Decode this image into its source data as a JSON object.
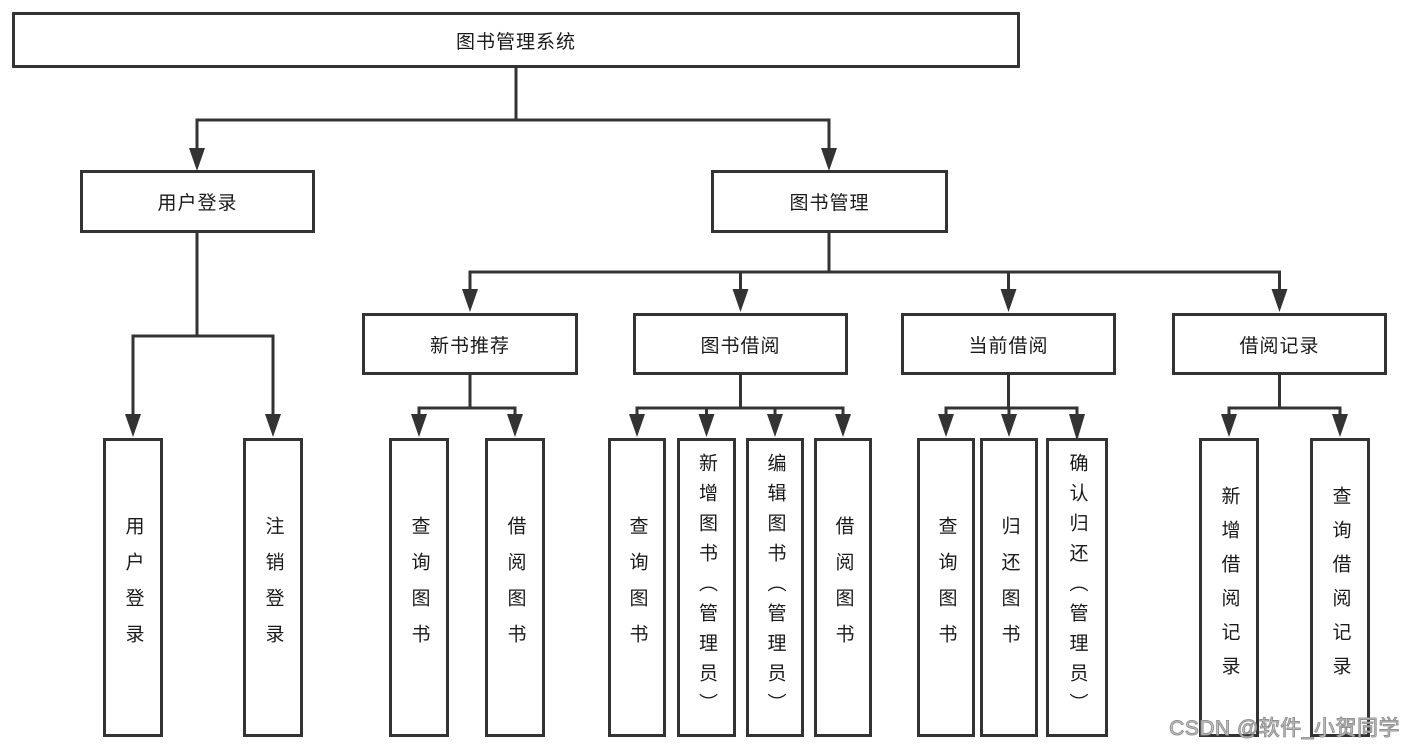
{
  "tree": {
    "root": "图书管理系统",
    "branches": [
      {
        "label": "用户登录",
        "children": [
          "用户登录",
          "注销登录"
        ]
      },
      {
        "label": "图书管理",
        "groups": [
          {
            "label": "新书推荐",
            "children": [
              "查询图书",
              "借阅图书"
            ]
          },
          {
            "label": "图书借阅",
            "children": [
              "查询图书",
              "新增图书（管理员）",
              "编辑图书（管理员）",
              "借阅图书"
            ]
          },
          {
            "label": "当前借阅",
            "children": [
              "查询图书",
              "归还图书",
              "确认归还（管理员）"
            ]
          },
          {
            "label": "借阅记录",
            "children": [
              "新增借阅记录",
              "查询借阅记录"
            ]
          }
        ]
      }
    ]
  },
  "watermark": {
    "text": "CSDN @软件_小贺同学",
    "color": "#cccccc"
  },
  "colors": {
    "line": "#333333",
    "background": "#ffffff",
    "text": "#1a1a1a"
  }
}
